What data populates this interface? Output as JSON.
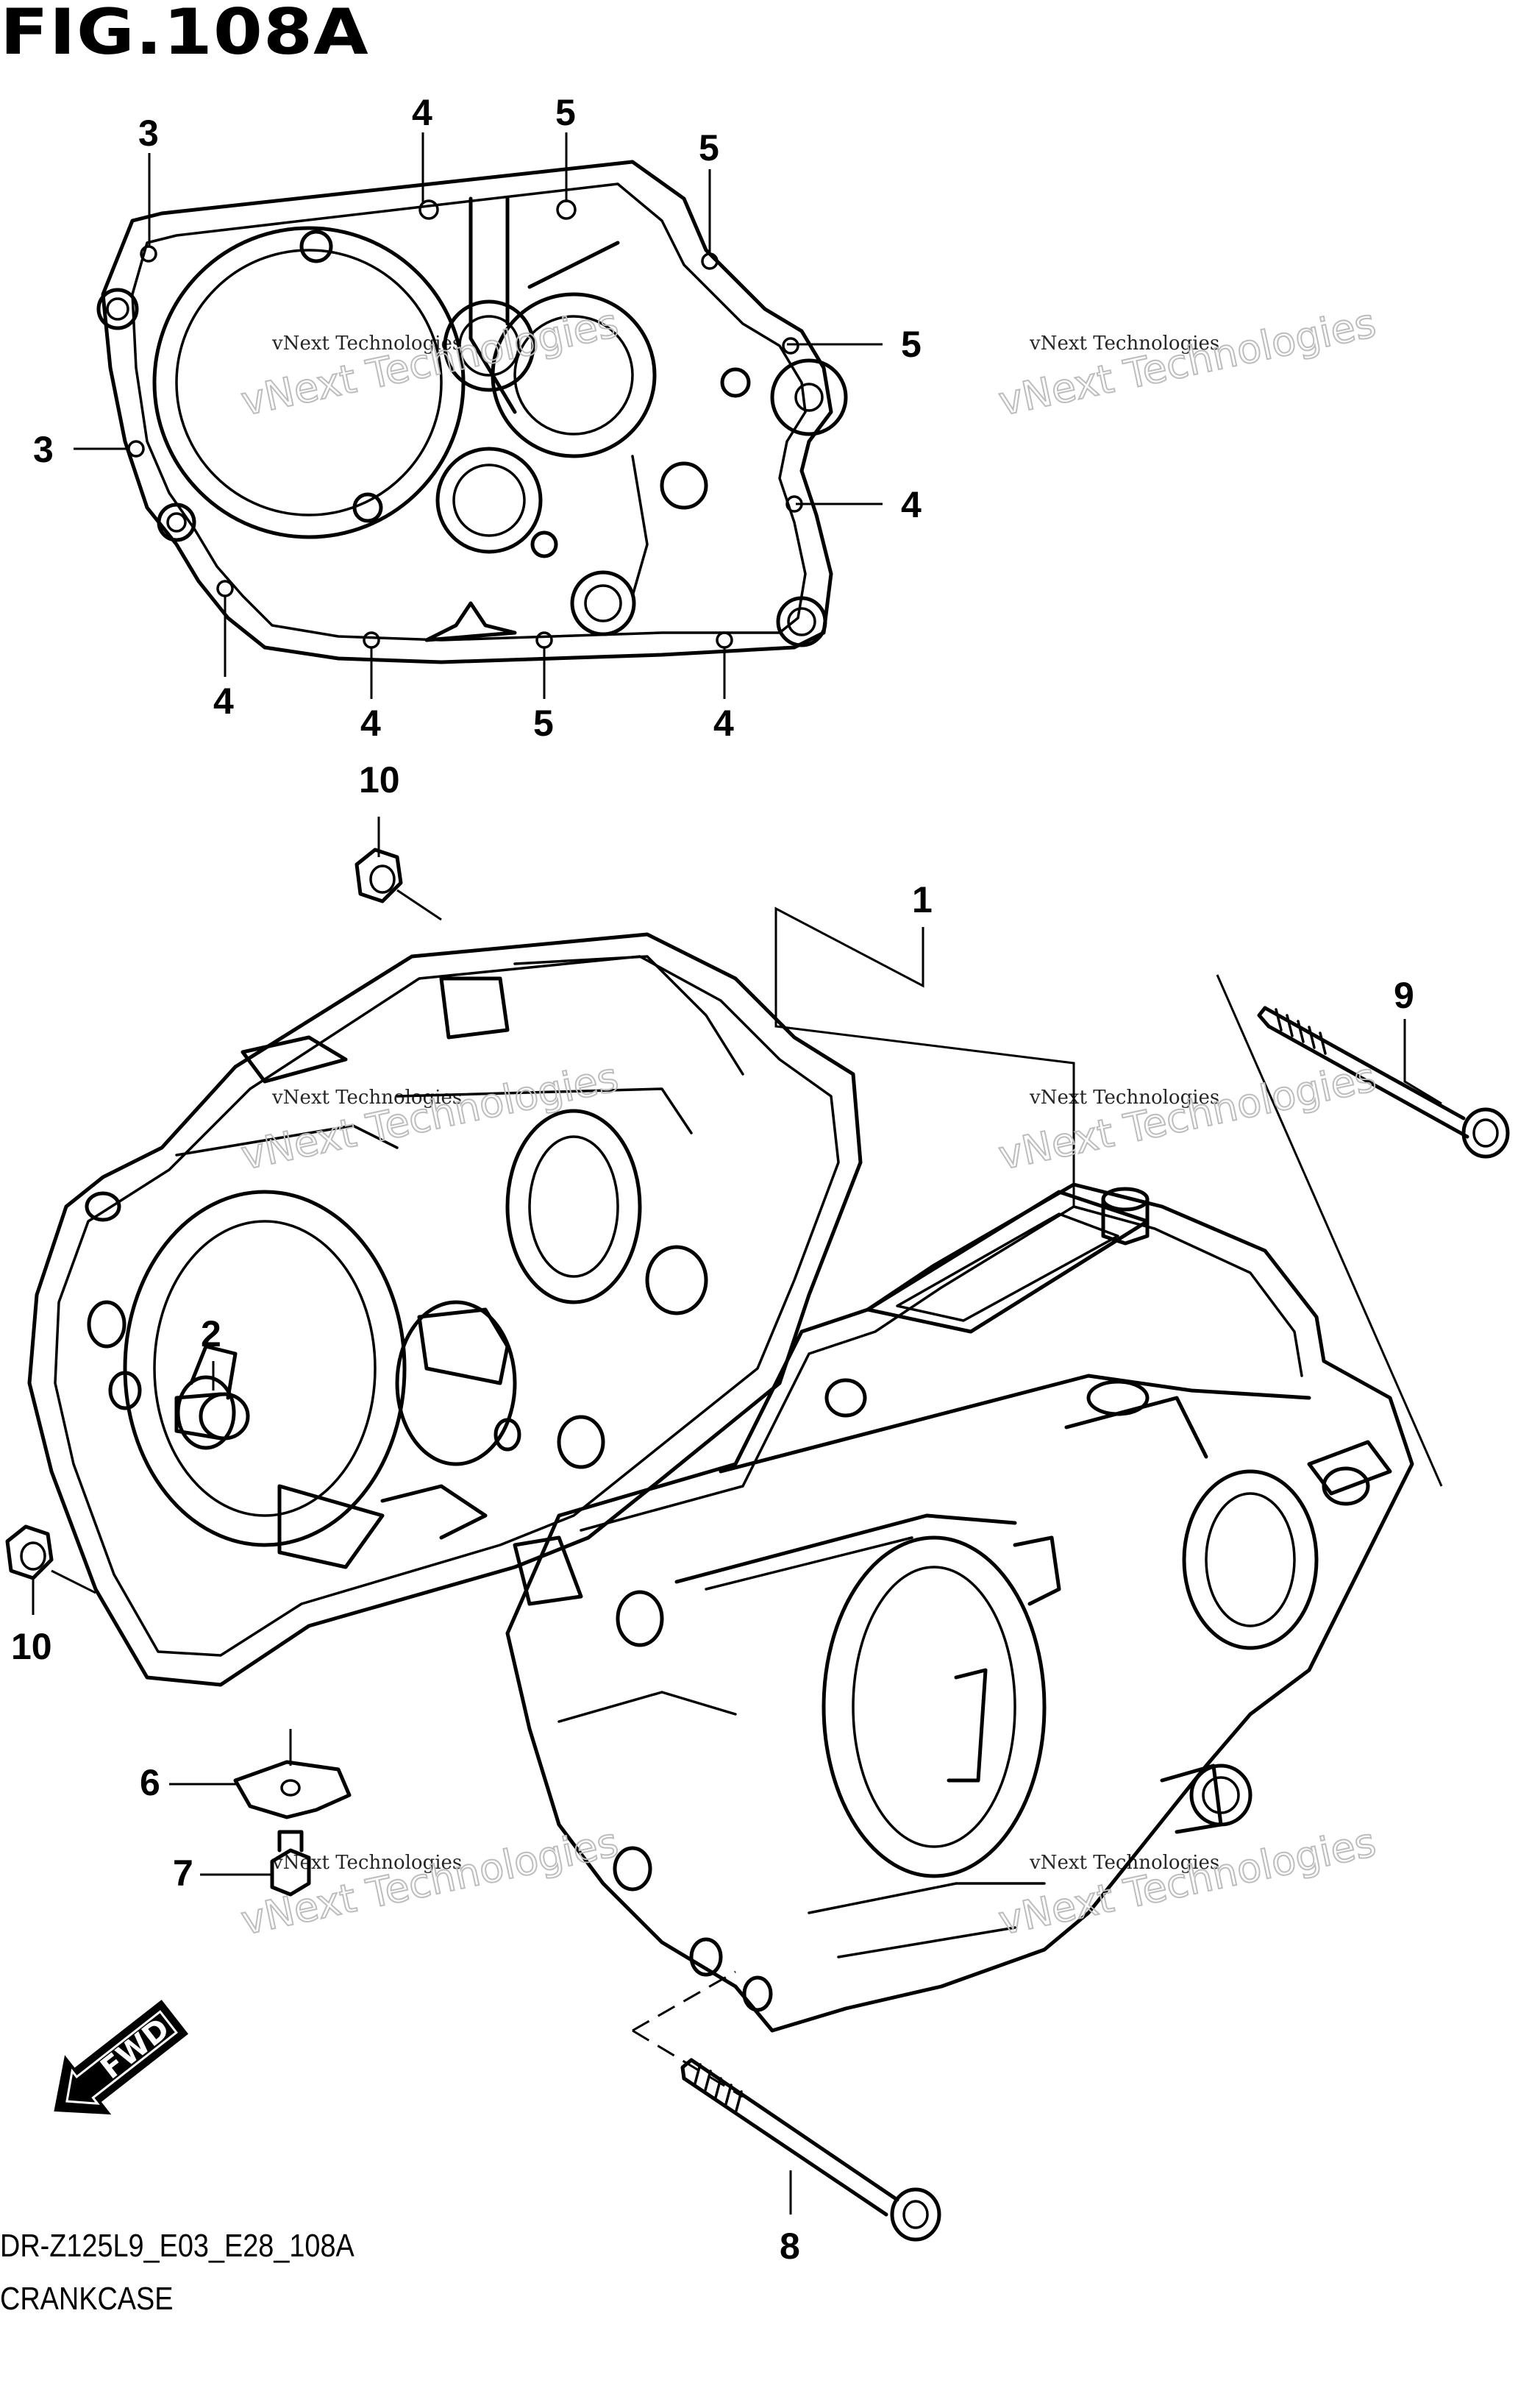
{
  "figure": {
    "title": "FIG.108A",
    "code": "DR-Z125L9_E03_E28_108A",
    "name": "CRANKCASE"
  },
  "watermark": {
    "line1": "vNext Technologies",
    "line2": "vNext Technologies"
  },
  "direction_marker": {
    "label": "FWD"
  },
  "callouts": [
    {
      "id": "c3a",
      "text": "3"
    },
    {
      "id": "c4a",
      "text": "4"
    },
    {
      "id": "c5a",
      "text": "5"
    },
    {
      "id": "c5b",
      "text": "5"
    },
    {
      "id": "c5c",
      "text": "5"
    },
    {
      "id": "c3b",
      "text": "3"
    },
    {
      "id": "c4b",
      "text": "4"
    },
    {
      "id": "c4c",
      "text": "4"
    },
    {
      "id": "c4d",
      "text": "4"
    },
    {
      "id": "c5d",
      "text": "5"
    },
    {
      "id": "c4e",
      "text": "4"
    },
    {
      "id": "c10a",
      "text": "10"
    },
    {
      "id": "c1",
      "text": "1"
    },
    {
      "id": "c9",
      "text": "9"
    },
    {
      "id": "c2",
      "text": "2"
    },
    {
      "id": "c10b",
      "text": "10"
    },
    {
      "id": "c6",
      "text": "6"
    },
    {
      "id": "c7",
      "text": "7"
    },
    {
      "id": "c8",
      "text": "8"
    }
  ]
}
